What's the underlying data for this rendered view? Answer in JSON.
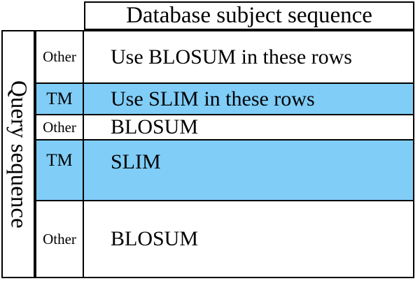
{
  "figure": {
    "column_header": "Database subject sequence",
    "row_header": "Query sequence",
    "highlight_color": "#80cdf7",
    "border_color": "#000000",
    "background_color": "#ffffff"
  },
  "table": {
    "rows": [
      {
        "category": "Other",
        "value": "Use BLOSUM in these rows",
        "highlighted": false
      },
      {
        "category": "TM",
        "value": "Use SLIM in these rows",
        "highlighted": true
      },
      {
        "category": "Other",
        "value": "BLOSUM",
        "highlighted": false
      },
      {
        "category": "TM",
        "value": "SLIM",
        "highlighted": true
      },
      {
        "category": "Other",
        "value": "BLOSUM",
        "highlighted": false
      }
    ]
  }
}
